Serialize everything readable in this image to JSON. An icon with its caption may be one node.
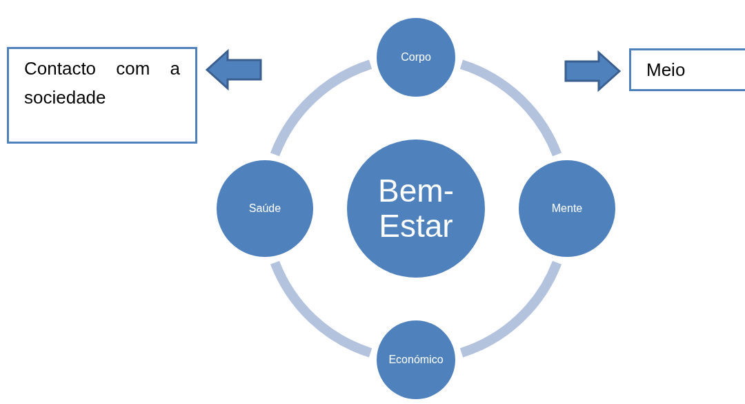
{
  "diagram": {
    "nodes": [
      {
        "text": [
          "Corpo"
        ]
      },
      {
        "text": [
          "Contacto com a sociedade"
        ]
      },
      {
        "text": [
          "Meio"
        ]
      },
      {
        "text": [
          "Saúde"
        ]
      },
      {
        "text": [
          "Bem-Estar"
        ]
      },
      {
        "text": [
          "Mente"
        ]
      },
      {
        "text": [
          "Económico"
        ]
      }
    ],
    "edges": [
      {
        "from": null,
        "to": 1,
        "arrow": "to"
      },
      {
        "from": null,
        "to": 2,
        "arrow": "to"
      },
      {
        "from": 0,
        "to": 5,
        "arrow": "none"
      },
      {
        "from": 5,
        "to": 6,
        "arrow": "none"
      },
      {
        "from": 6,
        "to": 3,
        "arrow": "none"
      },
      {
        "from": 3,
        "to": 0,
        "arrow": "none"
      }
    ]
  }
}
